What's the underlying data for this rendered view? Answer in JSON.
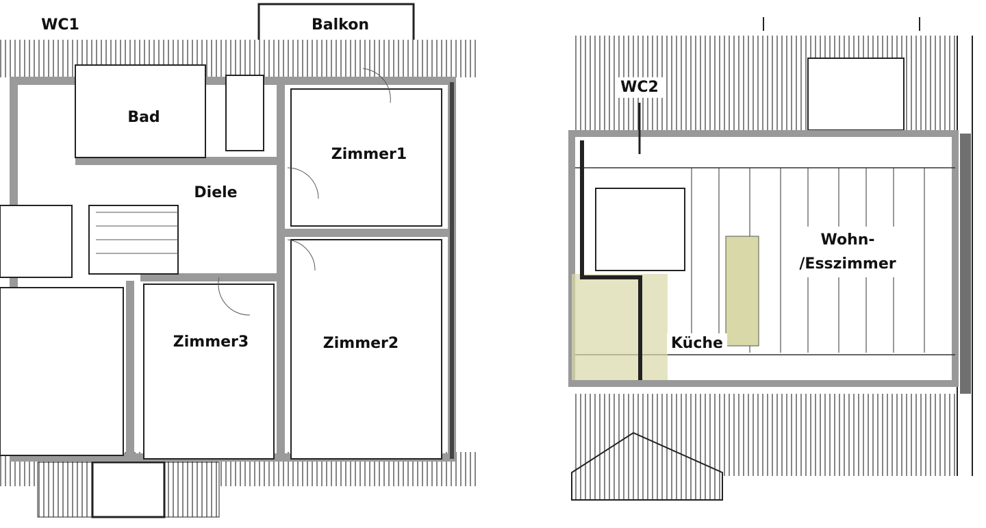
{
  "plans": {
    "left": {
      "rooms": [
        {
          "id": "wc1",
          "label": "WC1"
        },
        {
          "id": "balkon",
          "label": "Balkon"
        },
        {
          "id": "bad",
          "label": "Bad"
        },
        {
          "id": "zimmer1",
          "label": "Zimmer1"
        },
        {
          "id": "diele",
          "label": "Diele"
        },
        {
          "id": "zimmer3",
          "label": "Zimmer3"
        },
        {
          "id": "zimmer2",
          "label": "Zimmer2"
        }
      ]
    },
    "right": {
      "rooms": [
        {
          "id": "wc2",
          "label": "WC2"
        },
        {
          "id": "wohn",
          "label": "Wohn-\n/Esszimmer"
        },
        {
          "id": "kueche",
          "label": "Küche"
        }
      ]
    }
  },
  "colors": {
    "wall": "#9a9a9a",
    "line": "#222222",
    "kitchen": "#d8d8a8"
  }
}
